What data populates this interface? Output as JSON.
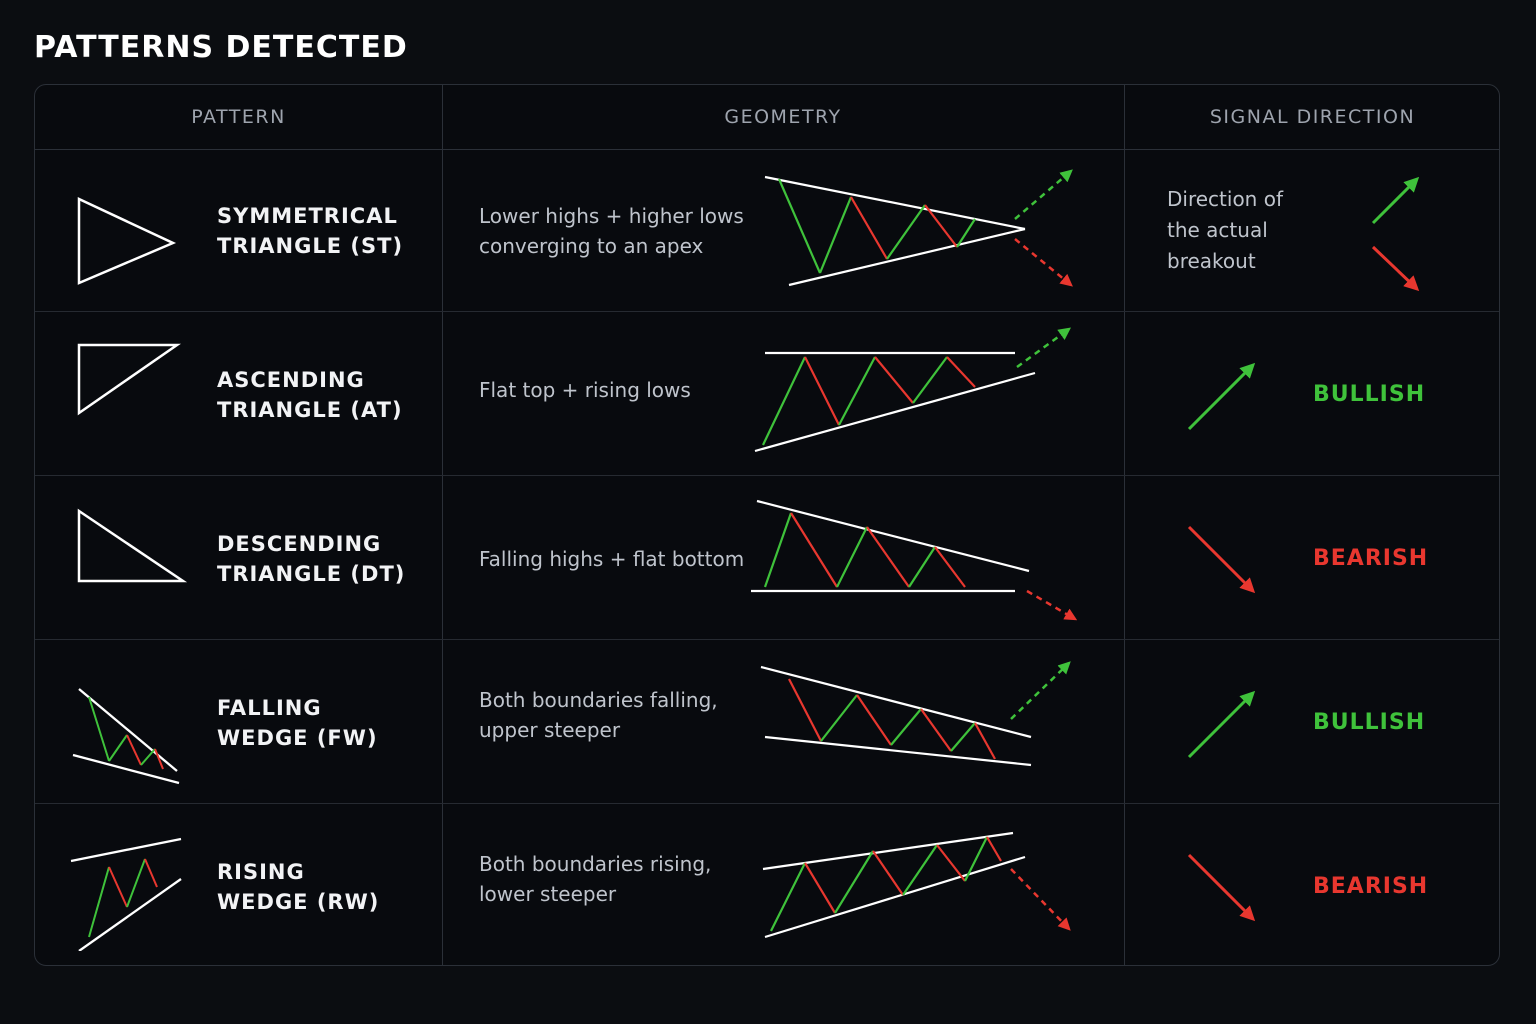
{
  "title": "PATTERNS DETECTED",
  "columns": [
    "PATTERN",
    "GEOMETRY",
    "SIGNAL DIRECTION"
  ],
  "colors": {
    "bullish": "#3fc23b",
    "bearish": "#e8372f",
    "line": "#ffffff"
  },
  "rows": [
    {
      "name_line1": "SYMMETRICAL",
      "name_line2": "TRIANGLE (ST)",
      "desc_line1": "Lower highs + higher lows",
      "desc_line2": "converging to an apex",
      "signal_line1": "Direction of",
      "signal_line2": "the actual",
      "signal_line3": "breakout",
      "icons": [
        "symmetrical-triangle-icon",
        "arrow-up-right-icon",
        "arrow-down-right-icon"
      ]
    },
    {
      "name_line1": "ASCENDING",
      "name_line2": "TRIANGLE (AT)",
      "desc_line1": "Flat top + rising lows",
      "signal": "BULLISH",
      "icons": [
        "ascending-triangle-icon",
        "arrow-up-right-icon"
      ]
    },
    {
      "name_line1": "DESCENDING",
      "name_line2": "TRIANGLE (DT)",
      "desc_line1": "Falling highs + flat bottom",
      "signal": "BEARISH",
      "icons": [
        "descending-triangle-icon",
        "arrow-down-right-icon"
      ]
    },
    {
      "name_line1": "FALLING",
      "name_line2": "WEDGE (FW)",
      "desc_line1": "Both boundaries falling,",
      "desc_line2": "upper steeper",
      "signal": "BULLISH",
      "icons": [
        "falling-wedge-icon",
        "arrow-up-right-icon"
      ]
    },
    {
      "name_line1": "RISING",
      "name_line2": "WEDGE (RW)",
      "desc_line1": "Both boundaries rising,",
      "desc_line2": "lower steeper",
      "signal": "BEARISH",
      "icons": [
        "rising-wedge-icon",
        "arrow-down-right-icon"
      ]
    }
  ]
}
